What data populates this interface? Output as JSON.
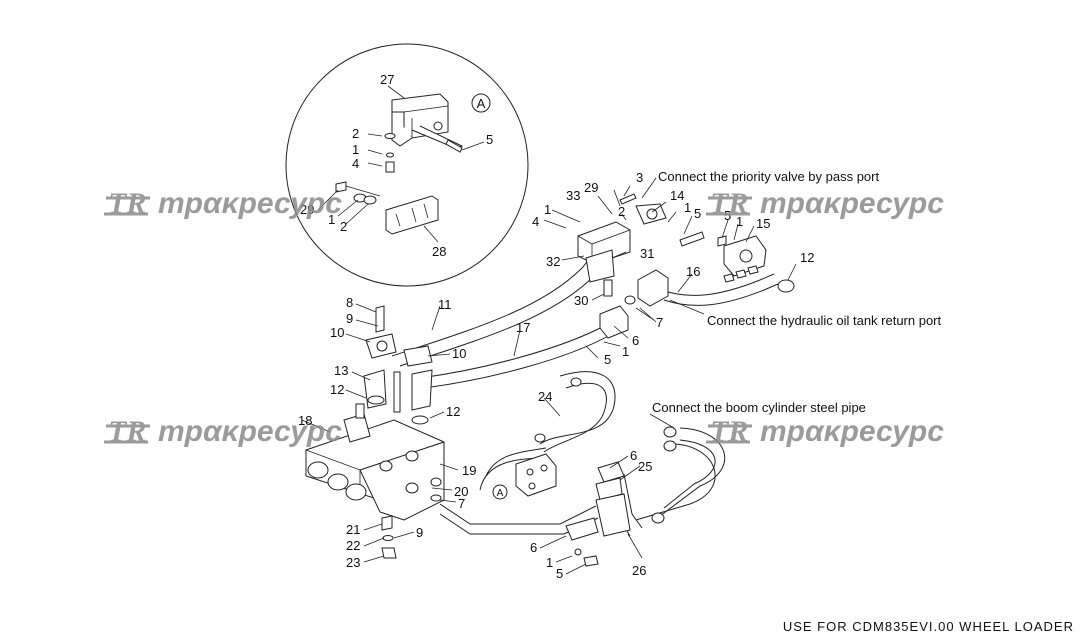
{
  "detail": {
    "label": "A"
  },
  "ref_marker": {
    "label": "A"
  },
  "notes": {
    "priority_valve": "Connect the priority valve by pass port",
    "tank_return": "Connect the hydraulic oil tank return port",
    "boom_cylinder": "Connect the boom cylinder steel pipe"
  },
  "watermark": {
    "logo": "TR",
    "text": "трακресурс"
  },
  "footer": "USE FOR CDM835EVI.00 WHEEL LOADER",
  "callouts": {
    "c27": "27",
    "c5a": "5",
    "c2a": "2",
    "c1a": "1",
    "c4a": "4",
    "c29a": "29",
    "c1b": "1",
    "c2b": "2",
    "c28": "28",
    "c3": "3",
    "c33": "33",
    "c29b": "29",
    "c2c": "2",
    "c14": "14",
    "c1c": "1",
    "c5b": "5",
    "c5c": "5",
    "c1d": "1",
    "c15": "15",
    "c1e": "1",
    "c4b": "4",
    "c31": "31",
    "c32": "32",
    "c16": "16",
    "c12a": "12",
    "c30": "30",
    "c7a": "7",
    "c8": "8",
    "c11": "11",
    "c9a": "9",
    "c10a": "10",
    "c17": "17",
    "c6a": "6",
    "c1f": "1",
    "c10b": "10",
    "c5d": "5",
    "c13": "13",
    "c12b": "12",
    "c24": "24",
    "c12c": "12",
    "c18": "18",
    "c6b": "6",
    "c25": "25",
    "c19": "19",
    "c20": "20",
    "c7b": "7",
    "c21": "21",
    "c9b": "9",
    "c22": "22",
    "c23": "23",
    "c6c": "6",
    "c1g": "1",
    "c5e": "5",
    "c26": "26"
  }
}
